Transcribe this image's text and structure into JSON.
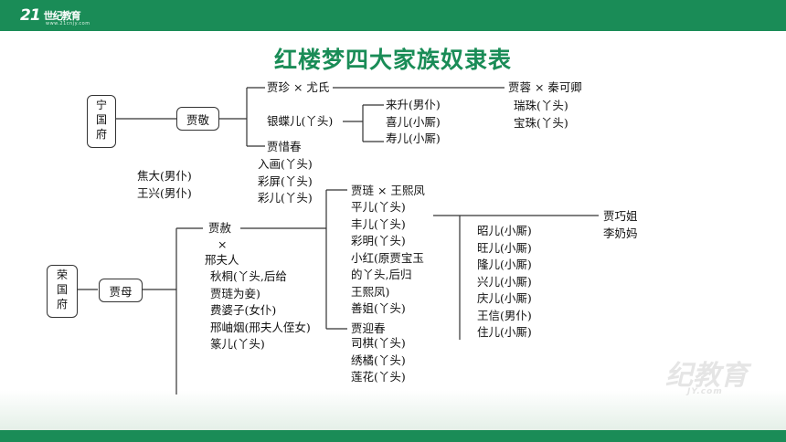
{
  "header": {
    "logo_text": "21",
    "logo_brand": "世纪教育",
    "logo_sub": "www.21cnjy.com"
  },
  "title": "红楼梦四大家族奴隶表",
  "watermark": {
    "main": "纪教育",
    "sub": "JY.com"
  },
  "ningguo": {
    "root": [
      "宁",
      "国",
      "府"
    ],
    "jia_jing": "贾敬",
    "jia_zhen": "贾珍 × 尤氏",
    "jia_rong": "贾蓉 × 秦可卿",
    "yindie": "银蝶儿(丫头)",
    "zhen_servants": [
      "来升(男仆)",
      "喜儿(小厮)",
      "寿儿(小厮)"
    ],
    "rong_servants": [
      "瑞珠(丫头)",
      "宝珠(丫头)"
    ],
    "jia_xichun": "贾惜春",
    "xichun_servants": [
      "入画(丫头)",
      "彩屏(丫头)",
      "彩儿(丫头)"
    ],
    "others": [
      "焦大(男仆)",
      "王兴(男仆)"
    ]
  },
  "rongguo": {
    "root": [
      "荣",
      "国",
      "府"
    ],
    "jia_mu": "贾母",
    "jia_she": "贾赦",
    "marriage_mark": "×",
    "xing_furen": "邢夫人",
    "she_servants": [
      "秋桐(丫头,后给",
      "贾琏为妾)",
      "费婆子(女仆)",
      "邢岫烟(邢夫人侄女)",
      "篆儿(丫头)"
    ],
    "jia_lian": "贾琏 × 王熙凤",
    "lian_servants": [
      "平儿(丫头)",
      "丰儿(丫头)",
      "彩明(丫头)",
      "小红(原贾宝玉",
      "的丫头,后归",
      "王熙凤)",
      "善姐(丫头)"
    ],
    "jia_yingchun": "贾迎春",
    "yingchun_servants": [
      "司棋(丫头)",
      "绣橘(丫头)",
      "莲花(丫头)"
    ],
    "lian_boys": [
      "昭儿(小厮)",
      "旺儿(小厮)",
      "隆儿(小厮)",
      "兴儿(小厮)",
      "庆儿(小厮)",
      "王信(男仆)",
      "住儿(小厮)"
    ],
    "qiaojie": [
      "贾巧姐",
      "李奶妈"
    ]
  }
}
